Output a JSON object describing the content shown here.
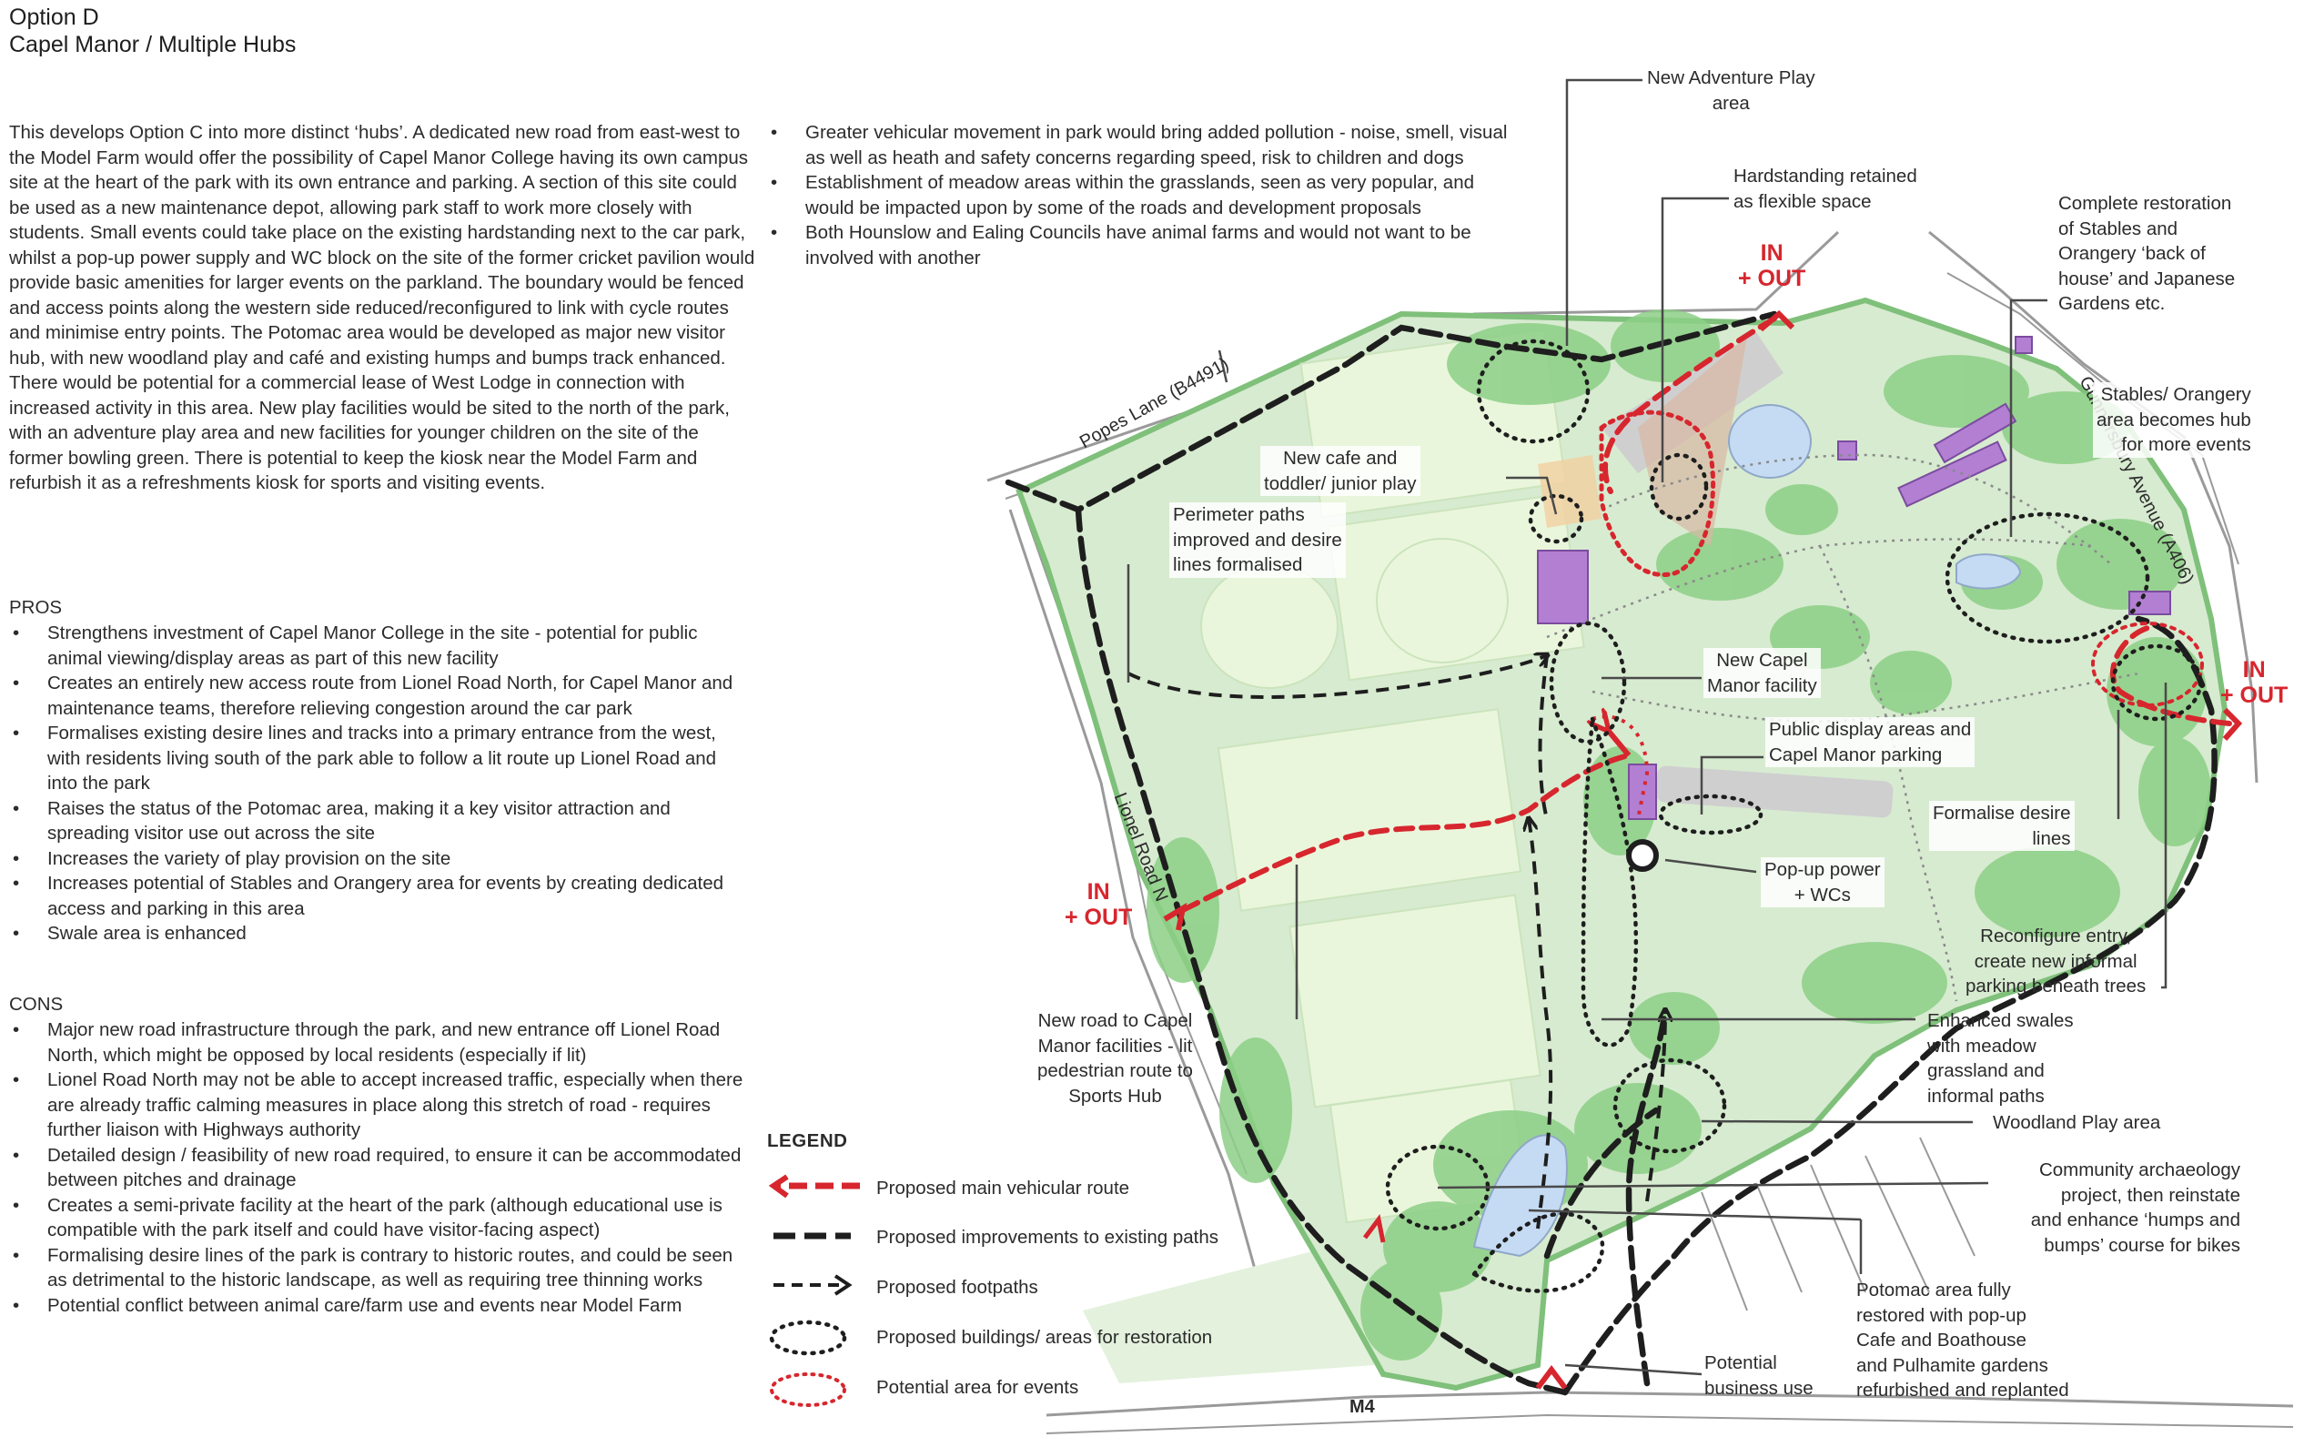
{
  "title": {
    "line1": "Option D",
    "line2": "Capel Manor / Multiple Hubs"
  },
  "intro": "This develops Option C into more distinct ‘hubs’. A dedicated new road from east-west to the Model Farm would offer the possibility of Capel Manor College having its own campus site at the heart of the park with its own entrance and parking. A section of this site could be used as a new maintenance depot, allowing park staff to work more closely with students. Small events could take place on the existing hardstanding next to the car park, whilst a pop-up power supply and WC block on the site of the former cricket pavilion would provide basic amenities for larger events on the parkland. The boundary would be fenced and access points along the western side reduced/reconfigured to link with cycle routes and minimise entry points. The Potomac area would be developed as major new visitor hub, with new woodland play and café and existing humps and bumps track enhanced. There would be potential for a commercial lease of West Lodge in connection with increased activity in this area. New play facilities would be sited to the north of the park, with an adventure play area and new facilities for younger children on the site of the former bowling green. There is potential to keep the kiosk near the Model Farm and refurbish it as a refreshments kiosk for sports and visiting events.",
  "right_bullets": [
    "Greater vehicular movement in park would bring added pollution - noise, smell, visual as well as heath and safety concerns regarding speed, risk to children and dogs",
    "Establishment of meadow areas within the grasslands, seen as very popular, and would be impacted upon by some of the roads and development proposals",
    "Both Hounslow and Ealing Councils have animal farms and would not want to be involved with another"
  ],
  "pros": {
    "heading": "PROS",
    "items": [
      "Strengthens investment of Capel Manor College in the site - potential for public animal viewing/display areas as part of this new facility",
      "Creates an entirely new access route from Lionel Road North, for Capel Manor and maintenance teams, therefore relieving congestion around the car park",
      "Formalises existing desire lines and tracks into a primary entrance from the west, with residents living south of the park able to follow a lit route up Lionel Road and into the park",
      "Raises the status of the Potomac area, making it a key visitor attraction and spreading visitor use out across the site",
      "Increases the variety of play provision on the site",
      "Increases potential of Stables and Orangery area for events by creating dedicated access and parking in this area",
      "Swale area is enhanced"
    ]
  },
  "cons": {
    "heading": "CONS",
    "items": [
      "Major new road infrastructure through the park, and new entrance off Lionel Road North, which might be opposed by local residents (especially if lit)",
      "Lionel Road North may not be able to accept increased traffic, especially when there are already traffic calming measures in place along this stretch of road - requires further liaison with Highways authority",
      "Detailed design / feasibility of new road required, to ensure it can be accommodated between pitches and drainage",
      "Creates a semi-private facility at the heart of the park (although educational use is compatible with the park itself and could have visitor-facing aspect)",
      "Formalising desire lines of the park is contrary to historic routes, and could be seen as detrimental to the historic landscape, as well as requiring tree thinning works",
      "Potential conflict between animal care/farm use and events near Model Farm"
    ]
  },
  "legend": {
    "title": "LEGEND",
    "items": [
      {
        "label": "Proposed main vehicular route",
        "color": "#d7262e"
      },
      {
        "label": "Proposed improvements to existing paths",
        "color": "#1e1e1e"
      },
      {
        "label": "Proposed footpaths",
        "color": "#1e1e1e"
      },
      {
        "label": "Proposed buildings/ areas for restoration",
        "color": "#1e1e1e"
      },
      {
        "label": "Potential area for events",
        "color": "#d7262e"
      }
    ]
  },
  "map": {
    "roads": {
      "popes_lane": "Popes Lane (B4491)",
      "gunnersbury": "Gunnersbury Avenue (A406)",
      "lionel": "Lionel Road N",
      "m4": "M4"
    },
    "entrances": {
      "north": "IN\n+ OUT",
      "east": "IN\n+ OUT",
      "west": "IN\n+ OUT"
    },
    "annotations": {
      "adventure_play": "New Adventure Play\narea",
      "hardstanding": "Hardstanding retained\nas flexible space",
      "stables_restoration": "Complete restoration\nof Stables and\nOrangery ‘back of\nhouse’ and Japanese\nGardens etc.",
      "stables_hub": "Stables/ Orangery\narea becomes hub\nfor more events",
      "new_cafe": "New cafe and\ntoddler/ junior play",
      "perimeter_paths": "Perimeter paths\nimproved and desire\nlines formalised",
      "capel_facility": "New Capel\nManor facility",
      "public_display": "Public display areas and\nCapel Manor parking",
      "formalise_desire": "Formalise desire\nlines",
      "popup_power": "Pop-up power\n+ WCs",
      "reconfigure_entry": "Reconfigure entry,\ncreate new informal\nparking beneath trees",
      "new_road": "New road to Capel\nManor facilities - lit\npedestrian route to\nSports Hub",
      "swales": "Enhanced swales\nwith meadow\ngrassland and\ninformal paths",
      "woodland_play": "Woodland Play area",
      "archaeology": "Community archaeology\nproject, then reinstate\nand enhance ‘humps and\nbumps’ course for bikes",
      "potomac": "Potomac area fully\nrestored with pop-up\nCafe and Boathouse\nand Pulhamite gardens\nrefurbished and replanted",
      "business_use": "Potential\nbusiness use"
    },
    "colors": {
      "park": "#d7ebd0",
      "lawn": "#eaf6dc",
      "woodland": "#8ccf86",
      "building": "#b27fd3",
      "hardstanding": "#cfcfcf",
      "water": "#c5dbf3",
      "event_red": "#d7262e"
    }
  }
}
